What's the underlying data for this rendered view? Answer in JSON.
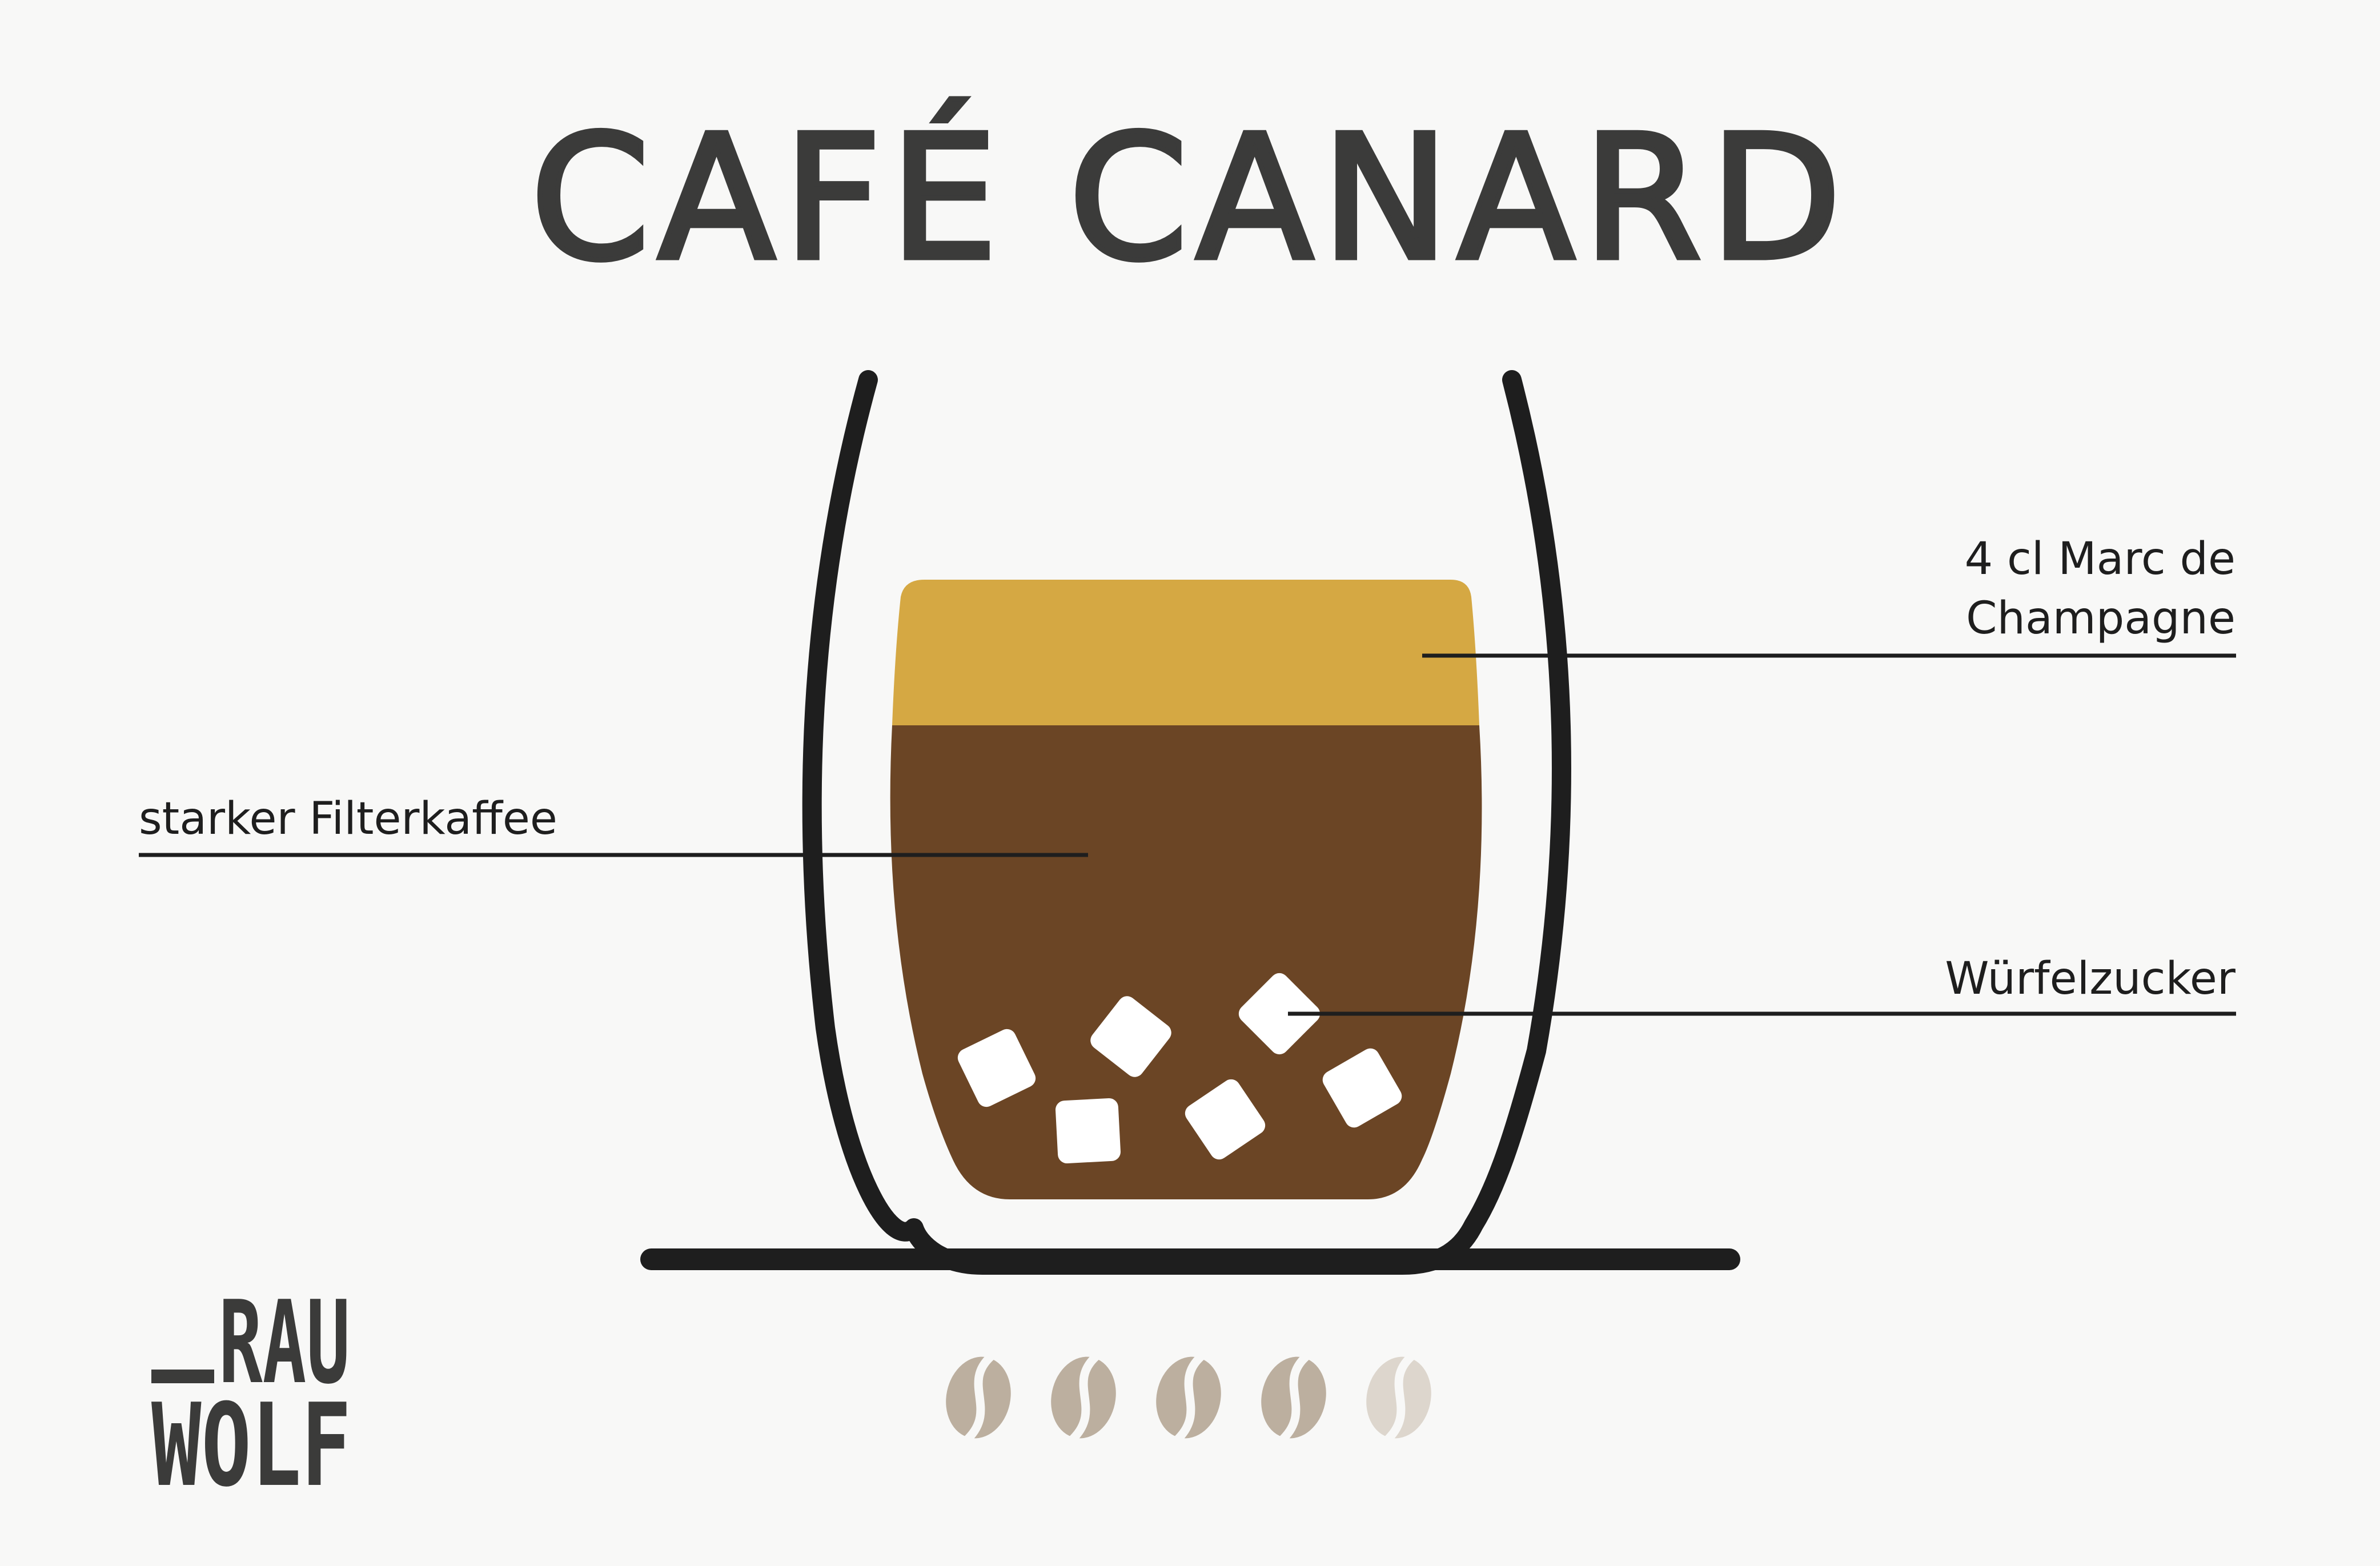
{
  "title": "CAFÉ CANARD",
  "ingredients": [
    {
      "line1": "4 cl Marc de",
      "line2": "Champagne"
    },
    {
      "line1": "starker Filterkaffee"
    },
    {
      "line1": "Würfelzucker"
    }
  ],
  "logo": {
    "line1": "RAU",
    "line2": "WOLF"
  },
  "strength_rating": {
    "value": 4,
    "max": 5
  },
  "colors": {
    "title": "#3b3b3a",
    "glass": "#1e1e1e",
    "champagne_layer": "#d5a843",
    "coffee_layer": "#6b4525",
    "sugar_cube": "#ffffff",
    "bean_active": "#bcaf9f",
    "bean_inactive": "#ddd6cd",
    "background": "#f8f8f7"
  }
}
